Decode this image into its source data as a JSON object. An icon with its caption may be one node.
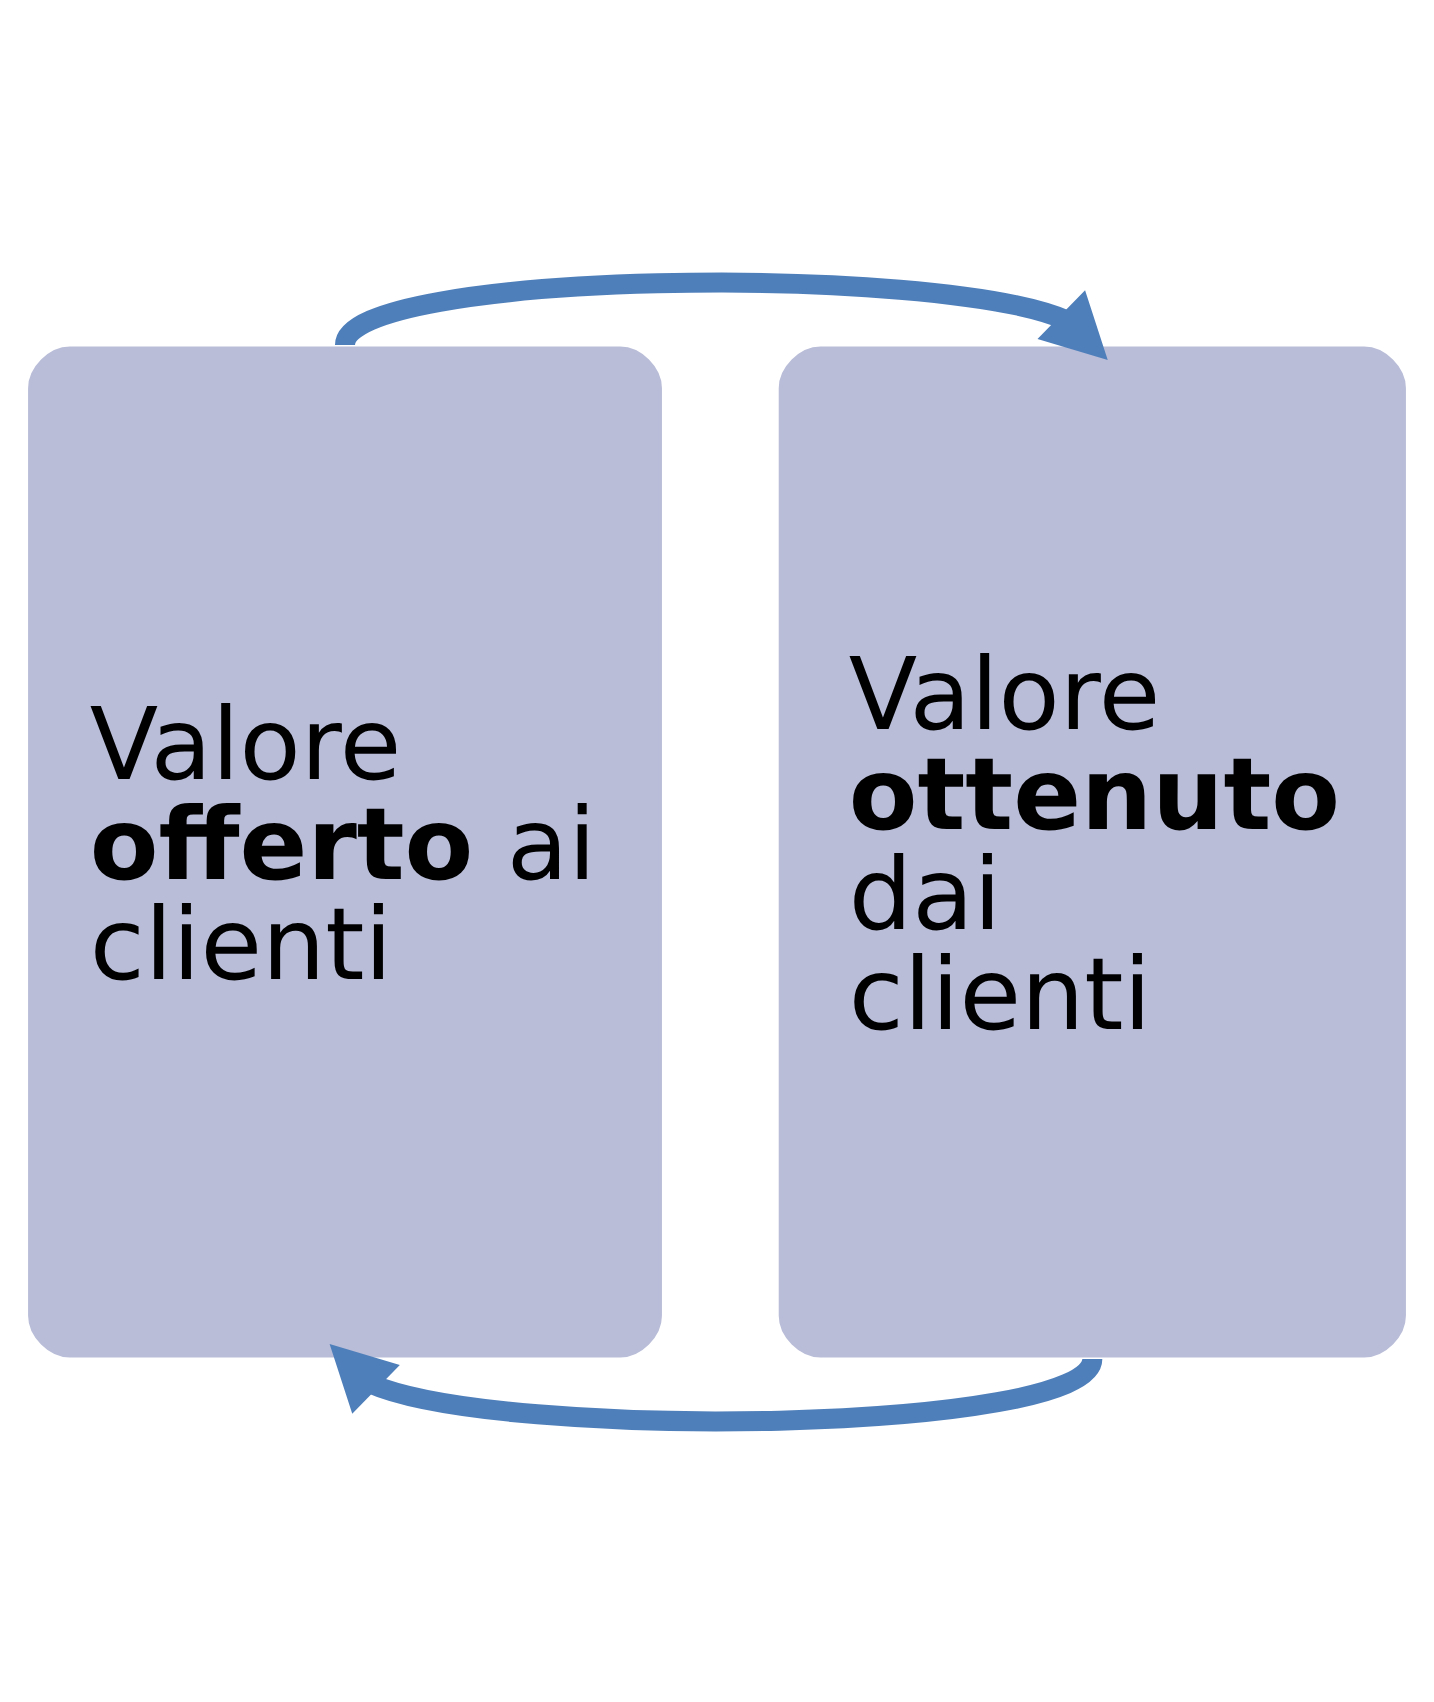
{
  "diagram": {
    "nodes": [
      {
        "text": [
          "Valore **offerto** ai clienti"
        ]
      },
      {
        "text": [
          "Valore **ottenuto** dai clienti"
        ]
      }
    ],
    "edges": [
      {
        "from": 0,
        "to": 1,
        "arrow": "to"
      },
      {
        "from": 1,
        "to": 0,
        "arrow": "to"
      }
    ]
  }
}
